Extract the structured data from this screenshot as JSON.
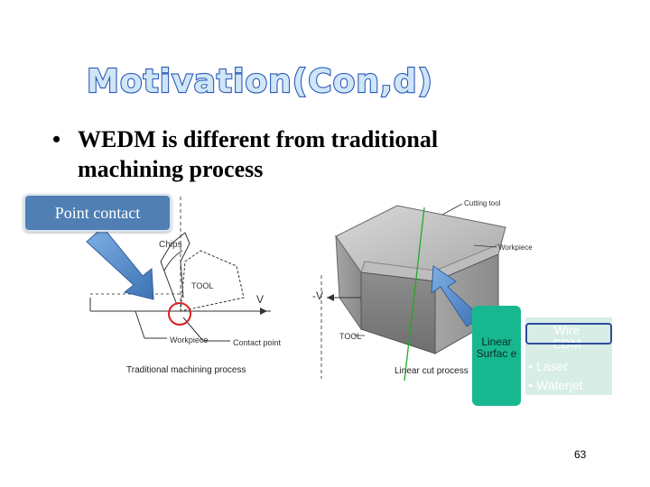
{
  "title": "Motivation(Con,d)",
  "bullet": {
    "marker": "•",
    "text": "WEDM is different from traditional machining process"
  },
  "callout": {
    "label": "Point contact"
  },
  "left_figure": {
    "labels": {
      "chips": "Chips",
      "tool": "TOOL",
      "v": "V",
      "workpiece": "Workpiece",
      "contact_point": "Contact point",
      "caption": "Traditional machining process"
    }
  },
  "right_figure": {
    "labels": {
      "cutting_tool": "Cutting tool",
      "workpiece": "Workpiece",
      "v": "-V",
      "tool": "TOOL",
      "caption": "Linear cut process"
    }
  },
  "linear_box": {
    "label": "Linear Surfac e"
  },
  "list": {
    "marker": "•",
    "items": [
      "Wire EDM",
      "Laser",
      "Waterjet"
    ]
  },
  "page_number": "63",
  "colors": {
    "title_fill": "#cfe6f7",
    "title_stroke": "#2b59b8",
    "arrow": "#5a92d0",
    "callout": "#4f7fb3",
    "linear_box": "#17b890",
    "contact_circle": "#d62020",
    "cut_line": "#22aa22"
  }
}
